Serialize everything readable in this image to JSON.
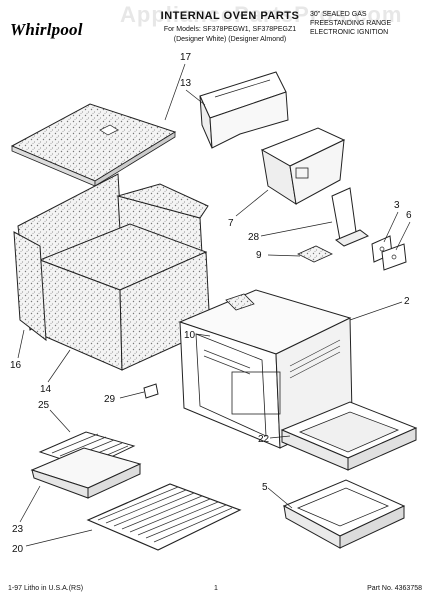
{
  "header": {
    "brand": "Whirlpool",
    "title": "INTERNAL OVEN PARTS",
    "model_line": "For Models: SF378PEGW1, SF378PEGZ1",
    "color_line": "(Designer White) (Designer Almond)",
    "right_lines": [
      "30\" SEALED GAS",
      "FREESTANDING RANGE",
      "ELECTRONIC IGNITION"
    ],
    "watermark": "AppliancePartsPros.com"
  },
  "callouts": [
    "17",
    "13",
    "7",
    "28",
    "3",
    "6",
    "9",
    "2",
    "10",
    "16",
    "14",
    "29",
    "25",
    "22",
    "5",
    "23",
    "20"
  ],
  "footer": {
    "left": "1-97 Litho in U.S.A.(RS)",
    "page": "1",
    "part_no": "Part No. 4363758"
  }
}
